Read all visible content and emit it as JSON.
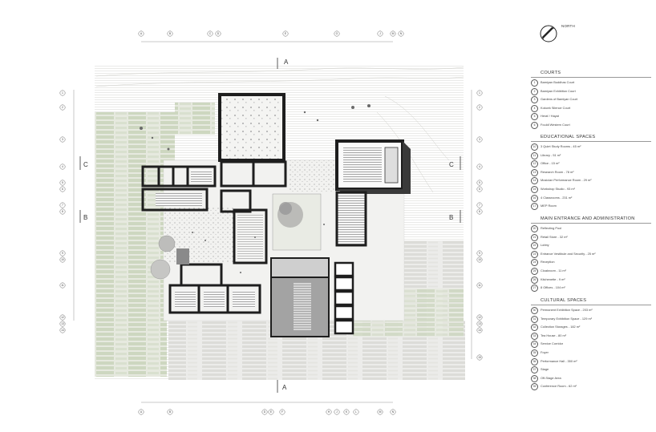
{
  "north_label": "NORTH",
  "section_markers": {
    "a_top": "A",
    "a_bottom": "A",
    "b_left": "B",
    "b_right": "B",
    "c_left": "C",
    "c_right": "C"
  },
  "grid_top": [
    "A",
    "B",
    "C",
    "D",
    "E",
    "G",
    "J",
    "M",
    "N"
  ],
  "grid_bottom": [
    "A",
    "B",
    "D",
    "E",
    "F",
    "H",
    "J",
    "K",
    "L",
    "M",
    "N"
  ],
  "grid_left": [
    "1",
    "2",
    "3",
    "4",
    "5",
    "6",
    "7",
    "8",
    "9",
    "10",
    "11",
    "12",
    "13",
    "14"
  ],
  "grid_right": [
    "1",
    "2",
    "3",
    "4",
    "5",
    "6",
    "7",
    "8",
    "9",
    "10",
    "11",
    "12",
    "13",
    "14",
    "15"
  ],
  "legend": {
    "courts": {
      "title": "COURTS",
      "items": [
        {
          "num": "1",
          "label": "Bamiyan Buddhas Court"
        },
        {
          "num": "2",
          "label": "Bamiyan Exhibition Court"
        },
        {
          "num": "3",
          "label": "Gardens of Bamiyan Court"
        },
        {
          "num": "4",
          "label": "Kokcek Silence Court"
        },
        {
          "num": "5",
          "label": "Heraf / Hayat"
        },
        {
          "num": "6",
          "label": "Fouldi Western Court"
        }
      ]
    },
    "educational": {
      "title": "EDUCATIONAL SPACES",
      "items": [
        {
          "num": "10",
          "label": "3 Quiet Study Rooms - 45 m²"
        },
        {
          "num": "11",
          "label": "Library - 51 m²"
        },
        {
          "num": "12",
          "label": "Office - 15 m²"
        },
        {
          "num": "13",
          "label": "Research Room - 78 m²"
        },
        {
          "num": "14",
          "label": "Musician Performance Room - 29 m²"
        },
        {
          "num": "15",
          "label": "Workshop Studio - 93 m²"
        },
        {
          "num": "16",
          "label": "4 Classrooms - 231 m²"
        },
        {
          "num": "17",
          "label": "MEP Room"
        }
      ]
    },
    "admin": {
      "title": "MAIN ENTRANCE AND ADMINISTRATION",
      "items": [
        {
          "num": "20",
          "label": "Reflecting Pool"
        },
        {
          "num": "21",
          "label": "Retail Store - 32 m²"
        },
        {
          "num": "22",
          "label": "Lobby"
        },
        {
          "num": "23",
          "label": "Entrance Vestibule and Security - 25 m²"
        },
        {
          "num": "24",
          "label": "Reception"
        },
        {
          "num": "25",
          "label": "Cloakroom - 11 m²"
        },
        {
          "num": "26",
          "label": "Kitchenette - 9 m²"
        },
        {
          "num": "27",
          "label": "8 Offices - 104 m²"
        }
      ]
    },
    "cultural": {
      "title": "CULTURAL SPACES",
      "items": [
        {
          "num": "30",
          "label": "Permanent Exhibition Space - 203 m²"
        },
        {
          "num": "31",
          "label": "Temporary Exhibition Space - 129 m²"
        },
        {
          "num": "32",
          "label": "Collection Storages - 182 m²"
        },
        {
          "num": "33",
          "label": "Tea House - 80 m²"
        },
        {
          "num": "34",
          "label": "Service Corridor"
        },
        {
          "num": "35",
          "label": "Foyer"
        },
        {
          "num": "36",
          "label": "Performance Hall - 350 m²"
        },
        {
          "num": "37",
          "label": "Stage"
        },
        {
          "num": "38",
          "label": "Off-Stage Area"
        },
        {
          "num": "39",
          "label": "Conference Room - 62 m²"
        }
      ]
    }
  },
  "colors": {
    "terrain_green": "#d2dcc4",
    "terrain_grey": "#e2e3de",
    "wall": "#1e1e1e",
    "paving": "#efefed",
    "courtyard_grey": "#9a9a9a"
  }
}
